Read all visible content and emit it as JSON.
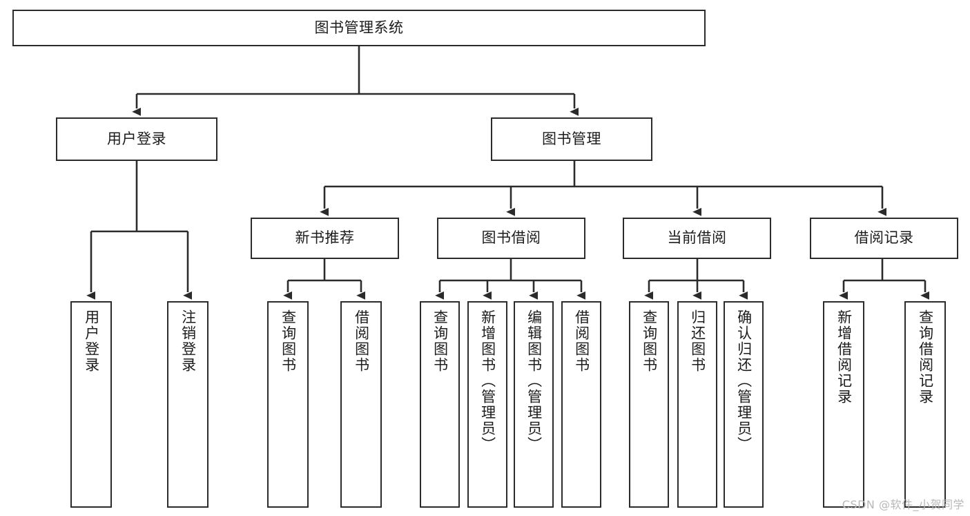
{
  "diagram": {
    "type": "tree-hierarchy",
    "title": "图书管理系统",
    "orientation": "top-down",
    "colors": {
      "node_border": "#2b2b2b",
      "node_fill": "#ffffff",
      "edge": "#2b2b2b",
      "text": "#1c1c1c",
      "watermark": "#b8b8b8",
      "background": "#ffffff"
    },
    "root": {
      "label": "图书管理系统"
    },
    "level2": [
      {
        "label": "用户登录"
      },
      {
        "label": "图书管理"
      }
    ],
    "level3": [
      {
        "label": "新书推荐"
      },
      {
        "label": "图书借阅"
      },
      {
        "label": "当前借阅"
      },
      {
        "label": "借阅记录"
      }
    ],
    "leaves": {
      "user_login": [
        {
          "label": "用户登录"
        },
        {
          "label": "注销登录"
        }
      ],
      "new_book": [
        {
          "label": "查询图书"
        },
        {
          "label": "借阅图书"
        }
      ],
      "book_borrow": [
        {
          "label": "查询图书"
        },
        {
          "label": "新增图书（管理员）"
        },
        {
          "label": "编辑图书（管理员）"
        },
        {
          "label": "借阅图书"
        }
      ],
      "current_borrow": [
        {
          "label": "查询图书"
        },
        {
          "label": "归还图书"
        },
        {
          "label": "确认归还（管理员）"
        }
      ],
      "borrow_record": [
        {
          "label": "新增借阅记录"
        },
        {
          "label": "查询借阅记录"
        }
      ]
    },
    "watermark": "CSDN @软件_小贺同学"
  }
}
